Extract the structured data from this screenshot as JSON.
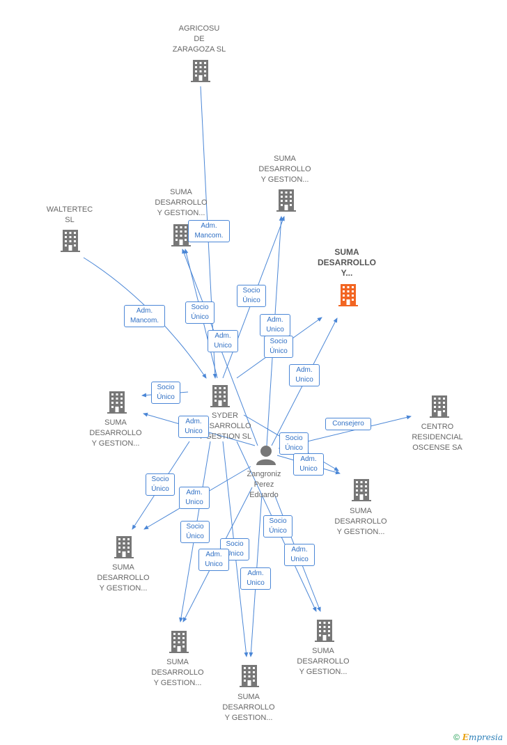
{
  "nodes": {
    "agricosu": {
      "label": "AGRICOSU\nDE\nZARAGOZA SL",
      "type": "company"
    },
    "suma_top_right": {
      "label": "SUMA\nDESARROLLO\nY GESTION...",
      "type": "company"
    },
    "suma_top_left": {
      "label": "SUMA\nDESARROLLO\nY GESTION...",
      "type": "company"
    },
    "waltertec": {
      "label": "WALTERTEC\nSL",
      "type": "company"
    },
    "suma_focus": {
      "label": "SUMA\nDESARROLLO\nY...",
      "type": "company-focus"
    },
    "syder": {
      "label": "SYDER\nDESARROLLO\nY GESTION SL",
      "type": "company"
    },
    "suma_left": {
      "label": "SUMA\nDESARROLLO\nY GESTION...",
      "type": "company"
    },
    "centro": {
      "label": "CENTRO\nRESIDENCIAL\nOSCENSE SA",
      "type": "company"
    },
    "person": {
      "label": "Zangroniz\nPerez\nEduardo",
      "type": "person"
    },
    "suma_right": {
      "label": "SUMA\nDESARROLLO\nY GESTION...",
      "type": "company"
    },
    "suma_low_left": {
      "label": "SUMA\nDESARROLLO\nY GESTION...",
      "type": "company"
    },
    "suma_bottom_1": {
      "label": "SUMA\nDESARROLLO\nY GESTION...",
      "type": "company"
    },
    "suma_bottom_2": {
      "label": "SUMA\nDESARROLLO\nY GESTION...",
      "type": "company"
    },
    "suma_bottom_3": {
      "label": "SUMA\nDESARROLLO\nY GESTION...",
      "type": "company"
    }
  },
  "edge_labels": {
    "e1": "Adm.\nMancom.",
    "e2": "Adm.\nMancom.",
    "e3": "Socio\nÚnico",
    "e4": "Socio\nÚnico",
    "e5": "Adm.\nUnico",
    "e6": "Adm.\nUnico",
    "e7": "Socio\nÚnico",
    "e8": "Adm.\nUnico",
    "e9": "Socio\nÚnico",
    "e10": "Adm.\nUnico",
    "e11": "Consejero",
    "e12": "Socio\nÚnico",
    "e13": "Adm.\nUnico",
    "e14": "Socio\nÚnico",
    "e15": "Adm.\nUnico",
    "e16": "Socio\nÚnico",
    "e17": "Socio\nÚnico",
    "e18": "Adm.\nUnico",
    "e19": "Socio\nÚnico",
    "e20": "Adm.\nUnico",
    "e21": "Adm.\nUnico"
  },
  "colors": {
    "company": "#777777",
    "focus": "#f26522",
    "edge": "#4a86d6",
    "label": "#666666"
  },
  "footer": {
    "copyright": "©",
    "brand_initial": "E",
    "brand_rest": "mpresia"
  }
}
